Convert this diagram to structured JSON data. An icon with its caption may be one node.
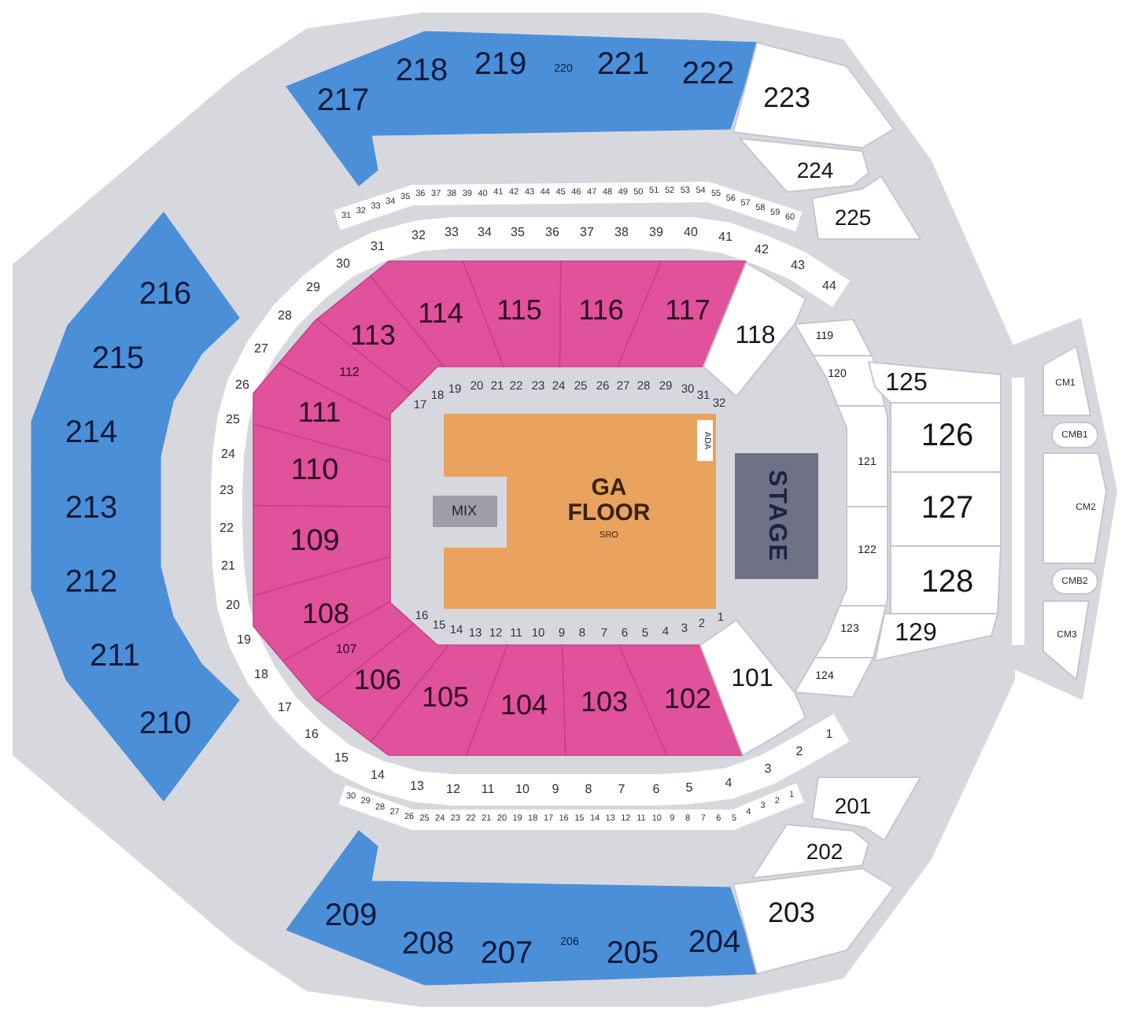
{
  "diagram": {
    "nodes": [
      {
        "text": [
          "217"
        ]
      },
      {
        "text": [
          "218"
        ]
      },
      {
        "text": [
          "219"
        ]
      },
      {
        "text": [
          "220"
        ]
      },
      {
        "text": [
          "221"
        ]
      },
      {
        "text": [
          "222"
        ]
      },
      {
        "text": [
          "223"
        ]
      },
      {
        "text": [
          "224"
        ]
      },
      {
        "text": [
          "225"
        ]
      },
      {
        "text": [
          "216"
        ]
      },
      {
        "text": [
          "113"
        ]
      },
      {
        "text": [
          "114"
        ]
      },
      {
        "text": [
          "115"
        ]
      },
      {
        "text": [
          "116"
        ]
      },
      {
        "text": [
          "117"
        ]
      },
      {
        "text": [
          "118"
        ]
      },
      {
        "text": [
          "119"
        ]
      },
      {
        "text": [
          "215"
        ]
      },
      {
        "text": [
          "112"
        ]
      },
      {
        "text": [
          "120"
        ]
      },
      {
        "text": [
          "125"
        ]
      },
      {
        "text": [
          "CM1"
        ]
      },
      {
        "text": [
          "214"
        ]
      },
      {
        "text": [
          "111"
        ]
      },
      {
        "text": [
          "GA FLOOR",
          "SRO"
        ]
      },
      {
        "text": [
          "ADA"
        ],
        "in": 24
      },
      {
        "text": [
          "126"
        ]
      },
      {
        "text": [
          "CMB1"
        ]
      },
      {
        "text": [
          "213"
        ]
      },
      {
        "text": [
          "110"
        ]
      },
      {
        "text": [
          "MIX"
        ]
      },
      {
        "text": [
          "STAGE"
        ]
      },
      {
        "text": [
          "121"
        ]
      },
      {
        "text": [
          "127"
        ]
      },
      {
        "text": [
          "CM2"
        ]
      },
      {
        "text": [
          "212"
        ]
      },
      {
        "text": [
          "109"
        ]
      },
      {
        "text": [
          "122"
        ]
      },
      {
        "text": [
          "128"
        ]
      },
      {
        "text": [
          "CMB2"
        ]
      },
      {
        "text": [
          "211"
        ]
      },
      {
        "text": [
          "108"
        ]
      },
      {
        "text": [
          "107"
        ]
      },
      {
        "text": [
          "123"
        ]
      },
      {
        "text": [
          "129"
        ]
      },
      {
        "text": [
          "CM3"
        ]
      },
      {
        "text": [
          "210"
        ]
      },
      {
        "text": [
          "106"
        ]
      },
      {
        "text": [
          "105"
        ]
      },
      {
        "text": [
          "104"
        ]
      },
      {
        "text": [
          "103"
        ]
      },
      {
        "text": [
          "102"
        ]
      },
      {
        "text": [
          "101"
        ]
      },
      {
        "text": [
          "124"
        ]
      },
      {
        "text": [
          "201"
        ]
      },
      {
        "text": [
          "202"
        ]
      },
      {
        "text": [
          "209"
        ]
      },
      {
        "text": [
          "208"
        ]
      },
      {
        "text": [
          "207"
        ]
      },
      {
        "text": [
          "206"
        ]
      },
      {
        "text": [
          "205"
        ]
      },
      {
        "text": [
          "204"
        ]
      },
      {
        "text": [
          "203"
        ]
      }
    ],
    "labels": [
      "1",
      "2",
      "3",
      "4",
      "5",
      "6",
      "7",
      "8",
      "9",
      "10",
      "11",
      "12",
      "13",
      "14",
      "15",
      "16",
      "17",
      "18",
      "19",
      "20",
      "21",
      "22",
      "23",
      "24",
      "25",
      "26",
      "27",
      "28",
      "29",
      "30",
      "31",
      "32",
      "33",
      "34",
      "35",
      "36",
      "37",
      "38",
      "39",
      "40",
      "41",
      "42",
      "43",
      "44",
      "45",
      "46",
      "47",
      "48",
      "49",
      "50",
      "51",
      "52",
      "53",
      "54",
      "55",
      "56",
      "57",
      "58",
      "59",
      "60",
      "1",
      "2",
      "3",
      "4",
      "5",
      "6",
      "7",
      "8",
      "9",
      "10",
      "11",
      "12",
      "13",
      "14",
      "15",
      "16",
      "17",
      "18",
      "19",
      "20",
      "21",
      "22",
      "23",
      "24",
      "25",
      "26",
      "27",
      "28",
      "29",
      "30",
      "31",
      "32",
      "33",
      "34",
      "35",
      "36",
      "37",
      "38",
      "39",
      "40",
      "41",
      "42",
      "43",
      "44",
      "1",
      "2",
      "3",
      "4",
      "5",
      "6",
      "7",
      "8",
      "9",
      "10",
      "11",
      "12",
      "13",
      "14",
      "15",
      "16",
      "17",
      "18",
      "19",
      "20",
      "21",
      "22",
      "23",
      "24",
      "25",
      "26",
      "27",
      "28",
      "29",
      "30",
      "31",
      "32"
    ]
  }
}
